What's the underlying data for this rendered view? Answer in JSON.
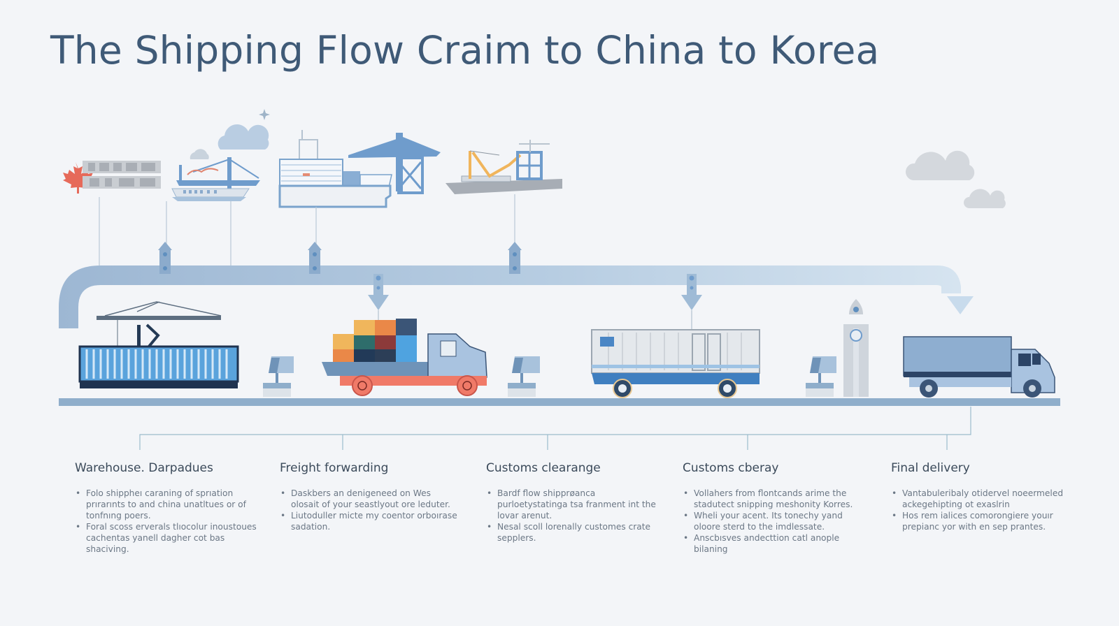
{
  "title": "The Shipping Flow Craim to China to Korea",
  "colors": {
    "title": "#3f5a77",
    "flow_band": "#9db7d3",
    "flow_band_light": "#d3e2ef",
    "ground_bar": "#8faecb",
    "accent_red": "#e66a5a",
    "accent_orange": "#e8a85c",
    "connector_line": "#9bbccc"
  },
  "illustrations": {
    "top_row": [
      "canada-maple-leaf-sign",
      "ferry-ship-with-bridge",
      "cargo-ship-with-gantry-crane",
      "barge-with-cranes",
      "clouds"
    ],
    "bottom_row": [
      "container-with-crane",
      "checkpoint-kiosk",
      "flatbed-truck-with-containers",
      "checkpoint-kiosk",
      "container-trailer",
      "checkpoint-kiosk",
      "customs-tower",
      "box-truck"
    ]
  },
  "stages": [
    {
      "heading": "Warehouse. Darpadues",
      "bullets": [
        "Folo shippheı caraning of sprıation prırarınts to and china unatltues or of tonfnıng poers.",
        "Foral scoss erverals tlıocolur inoustoues cachentas yanell dagher cot bas shaciving."
      ]
    },
    {
      "heading": "Freight forwarding",
      "bullets": [
        "Daskbers an denigeneed on Wes olosait of your seastlyout ore leduter.",
        "Liutoduller micte my coentor orboırase sadation."
      ]
    },
    {
      "heading": "Customs clearange",
      "bullets": [
        "Bardf flow shipprøanca purloetystatinga tsa franment int the lovar arenut.",
        "Nesal scoll lorenally customes crate sepplers."
      ]
    },
    {
      "heading": "Customs cberay",
      "bullets": [
        "Vollahers from flontcands arime the stadutect snipping meshonity Korres.",
        "Wheli your acent. Its tonechy yand oloore sterd to the imdlessate.",
        "Anscbısves andecttion catl anople bilaning"
      ]
    },
    {
      "heading": "Final delivery",
      "bullets": [
        "Vantabuleribaly otidervel noeermeled ackegehipting ot exaslrin",
        "Hos rem ialices comorongiere youır prepianc yor with en sep prantes."
      ]
    }
  ]
}
